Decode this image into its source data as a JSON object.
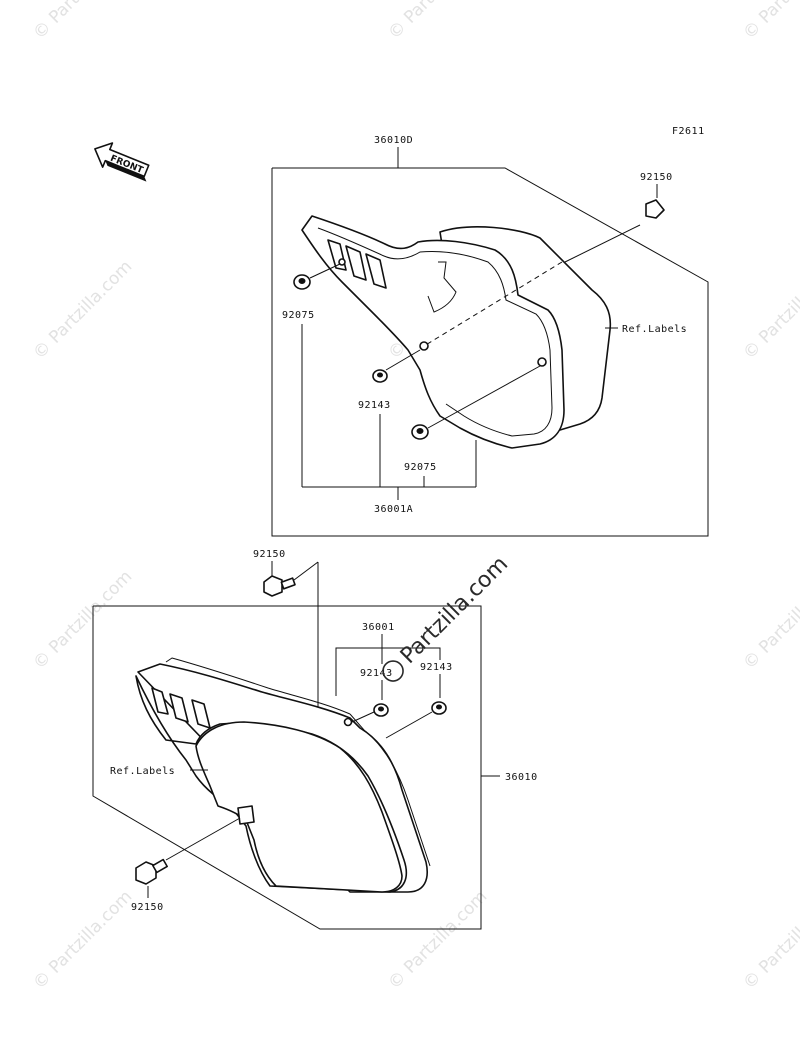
{
  "diagram": {
    "figure_code": "F2611",
    "front_label": "FRONT",
    "watermark": "© Partzilla.com",
    "upper_assembly": {
      "assembly_number": "36010D",
      "sub_assembly": "36001A",
      "bolt": "92150",
      "grommet_top": "92075",
      "grommet_bottom": "92075",
      "collar": "92143",
      "ref_labels": "Ref.Labels"
    },
    "lower_assembly": {
      "assembly_number": "36010",
      "sub_assembly": "36001",
      "bolt_top": "92150",
      "bolt_bottom": "92150",
      "collar_left": "92143",
      "collar_right": "92143",
      "ref_labels": "Ref.Labels"
    }
  }
}
